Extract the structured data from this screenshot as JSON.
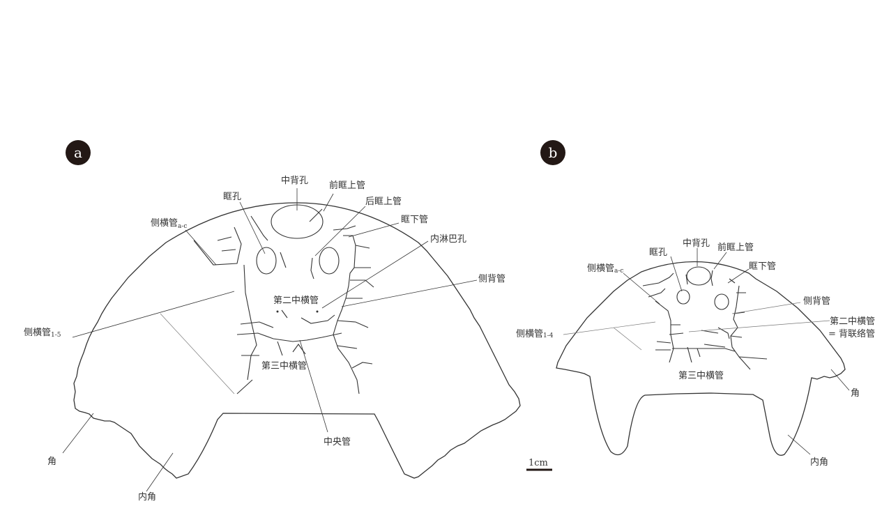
{
  "figure": {
    "panel_a": {
      "badge": "a",
      "labels": {
        "median_dorsal_opening": "中背孔",
        "orbit": "眶孔",
        "anterior_supraorbital_canal": "前眶上管",
        "posterior_supraorbital_canal": "后眶上管",
        "infraorbital_canal": "眶下管",
        "endolymphatic_duct": "内淋巴孔",
        "lateral_dorsal_canal": "侧背管",
        "lateral_transverse_canals_ac": "侧横管",
        "lateral_transverse_canals_ac_sub": "a-c",
        "second_median_transverse": "第二中横管",
        "lateral_transverse_canals_15": "侧横管",
        "lateral_transverse_canals_15_sub": "1-5",
        "third_median_transverse": "第三中横管",
        "central_canal": "中央管",
        "cornu": "角",
        "inner_cornu": "内角"
      }
    },
    "panel_b": {
      "badge": "b",
      "labels": {
        "median_dorsal_opening": "中背孔",
        "orbit": "眶孔",
        "anterior_supraorbital_canal": "前眶上管",
        "infraorbital_canal": "眶下管",
        "lateral_transverse_canals_ac": "侧横管",
        "lateral_transverse_canals_ac_sub": "a-c",
        "lateral_dorsal_canal": "侧背管",
        "second_median_transverse": "第二中横管",
        "dorsal_commissure": "= 背联络管",
        "lateral_transverse_canals_14": "侧横管",
        "lateral_transverse_canals_14_sub": "1-4",
        "third_median_transverse": "第三中横管",
        "cornu": "角",
        "inner_cornu": "内角"
      }
    },
    "scale_bar": "1cm"
  }
}
